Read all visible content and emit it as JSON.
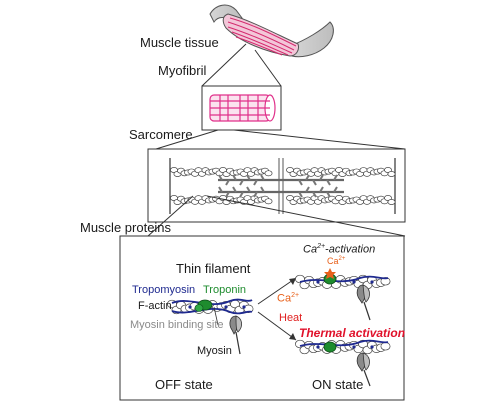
{
  "labels": {
    "muscle_tissue": "Muscle tissue",
    "myofibril": "Myofibril",
    "sarcomere": "Sarcomere",
    "muscle_proteins": "Muscle proteins",
    "thin_filament": "Thin filament",
    "tropomyosin": "Tropomyosin",
    "troponin": "Troponin",
    "f_actin": "F-actin",
    "myosin_binding_site": "Myosin binding site",
    "myosin": "Myosin",
    "off_state": "OFF state",
    "on_state": "ON state",
    "ca_activation": "Ca",
    "ca_activation_sup": "2+",
    "ca_activation_rest": "-activation",
    "ca_top": "Ca",
    "ca_top_sup": "2+",
    "ca_arrow": "Ca",
    "ca_arrow_sup": "2+",
    "heat": "Heat",
    "thermal_activation": "Thermal activation"
  },
  "colors": {
    "tissue_fill": "#f3c6d8",
    "tissue_stripe": "#d42a6e",
    "myofibril_magenta": "#e0308a",
    "tropomyosin_blue": "#1f2a8f",
    "troponin_green": "#1e8c2e",
    "binding_site_gray": "#8a8a8a",
    "ca_orange": "#e8601a",
    "heat_red": "#e02020",
    "thermal_red": "#e0102a"
  }
}
